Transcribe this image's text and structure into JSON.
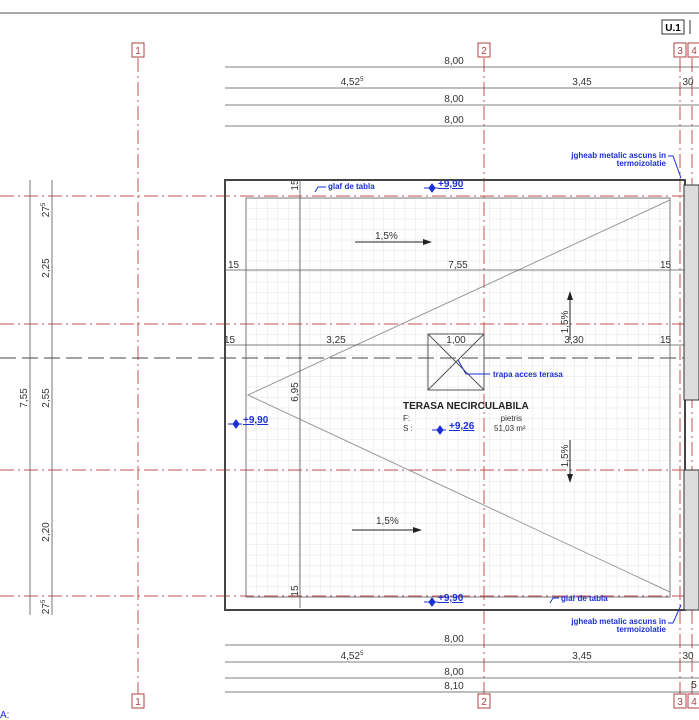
{
  "sheet_tag": "U.1",
  "axes": {
    "vertical": [
      "1",
      "2",
      "3",
      "4"
    ]
  },
  "top_dims": {
    "row1": "8,00",
    "row2_a": "4,52",
    "row2_a_sup": "5",
    "row2_b": "3,45",
    "row2_c": "30",
    "row3": "8,00",
    "row4": "8,00"
  },
  "bottom_dims": {
    "row1": "8,00",
    "row2_a": "4,52",
    "row2_a_sup": "5",
    "row2_b": "3,45",
    "row2_c": "30",
    "row3": "8,00",
    "row4": "8,10",
    "row4_c": "5"
  },
  "left_dims": {
    "total": "7,55",
    "seg1": "27",
    "seg1_sup": "5",
    "seg2": "2,25",
    "seg3": "2,55",
    "seg4": "2,20",
    "seg5": "27",
    "seg5_sup": "5"
  },
  "inner_dims": {
    "top_left": "15",
    "top_mid": "7,55",
    "top_right": "15",
    "mid_left": "15",
    "mid_a": "3,25",
    "mid_b": "1,00",
    "mid_c": "3,30",
    "mid_right": "15",
    "vert_top": "15",
    "vert_mid": "6,95",
    "vert_bot": "15"
  },
  "slopes": [
    "1,5%",
    "1,5%",
    "1,5%",
    "1,5%"
  ],
  "annotations": {
    "glaf_top": "glaf de tabla",
    "glaf_bottom": "glaf de tabla",
    "jgheab_top_1": "jgheab metalic ascuns in",
    "jgheab_top_2": "termoizolatie",
    "jgheab_bot_1": "jgheab metalic ascuns in",
    "jgheab_bot_2": "termoizolatie",
    "trapa": "trapa acces terasa"
  },
  "levels": {
    "top": "+9,90",
    "left": "+9,90",
    "room": "+9,26",
    "bottom": "+9,90"
  },
  "room": {
    "name": "TERASA NECIRCULABILA",
    "f_label": "F:",
    "f_value": "pietris",
    "s_label": "S :",
    "s_value": "51,03 m²"
  },
  "legend_label": "A:",
  "colors": {
    "axis": "#c0504d",
    "annotation": "#1a2fd6"
  }
}
